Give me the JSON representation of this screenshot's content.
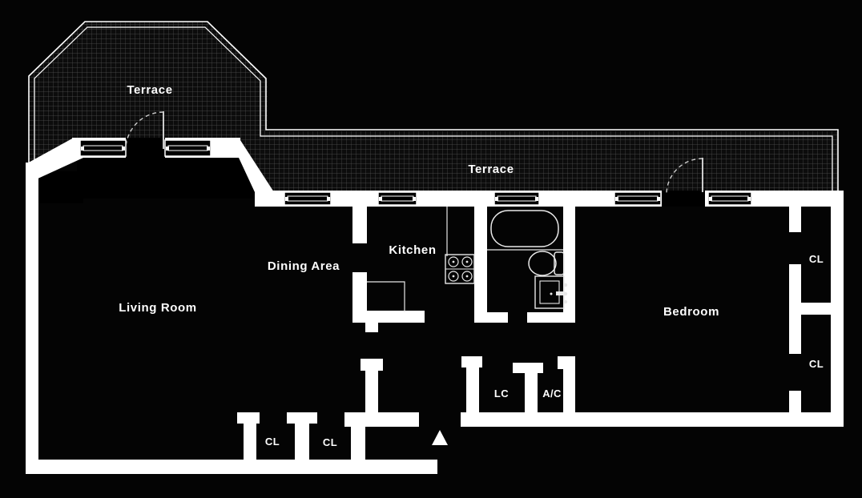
{
  "plan": {
    "type": "apartment-floor-plan",
    "colors": {
      "background": "#040404",
      "room_fill": "#000000",
      "wall": "#ffffff",
      "terrace_grid_line": "#9a9a9a",
      "label_text": "#ffffff",
      "fixture_line": "#e8e8e8"
    },
    "labels": {
      "terrace_upper": "Terrace",
      "terrace_main": "Terrace",
      "living_room": "Living Room",
      "dining_area": "Dining Area",
      "kitchen": "Kitchen",
      "bedroom": "Bedroom",
      "bedroom_closet_top": "CL",
      "bedroom_closet_bottom": "CL",
      "linen_closet": "LC",
      "ac_closet": "A/C",
      "hall_closet_1": "CL",
      "hall_closet_2": "CL"
    },
    "fixtures": [
      "bathtub-icon",
      "toilet-icon",
      "sink-icon",
      "stove-icon",
      "terrace-door-arc-living-room",
      "terrace-door-arc-bedroom",
      "entrance-arrow-marker",
      "window-symbols"
    ]
  }
}
